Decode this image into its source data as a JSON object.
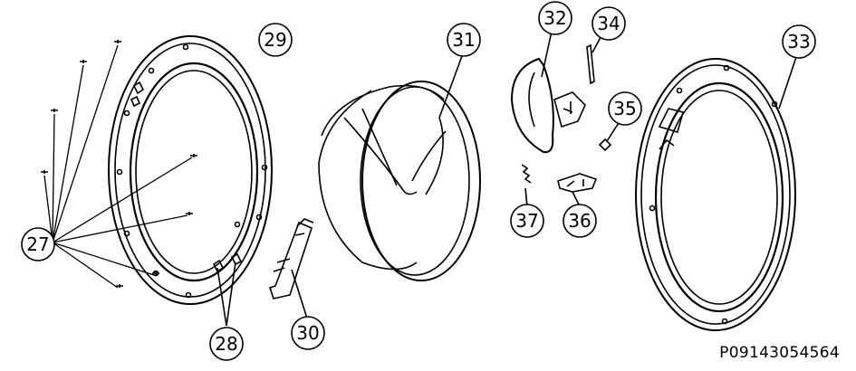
{
  "figure": {
    "reference_id": "P09143054564",
    "callouts": [
      "27",
      "28",
      "29",
      "30",
      "31",
      "32",
      "33",
      "34",
      "35",
      "36",
      "37"
    ]
  }
}
